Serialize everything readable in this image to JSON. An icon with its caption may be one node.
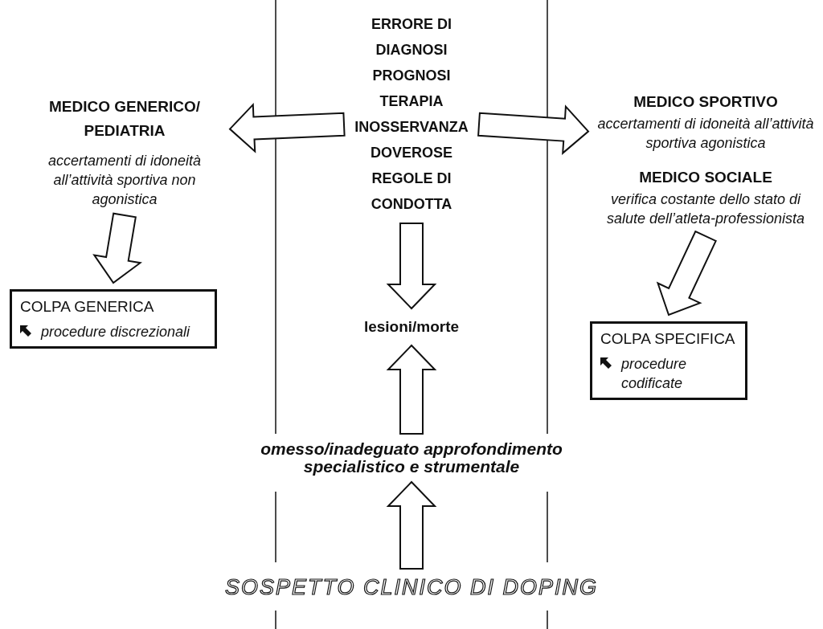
{
  "diagram": {
    "nodes": [
      {
        "text": [
          "MEDICO GENERICO/ PEDIATRIA",
          "accertamenti di idoneità all’attività sportiva non agonistica"
        ]
      },
      {
        "text": [
          "ERRORE DI DIAGNOSI PROGNOSI TERAPIA INOSSERVANZA DOVEROSE REGOLE DI CONDOTTA"
        ]
      },
      {
        "text": [
          "MEDICO SPORTIVO",
          "accertamenti di idoneità all’attività sportiva agonistica",
          "MEDICO SOCIALE",
          "verifica costante dello stato di salute dell’atleta-professionista"
        ]
      },
      {
        "text": [
          "COLPA GENERICA",
          "procedure discrezionali"
        ]
      },
      {
        "text": [
          "lesioni/morte"
        ]
      },
      {
        "text": [
          "COLPA SPECIFICA",
          "procedure codificate"
        ]
      },
      {
        "text": [
          "omesso/inadeguato approfondimento specialistico e strumentale"
        ]
      },
      {
        "text": [
          "SOSPETTO CLINICO DI DOPING"
        ]
      }
    ],
    "edges": [
      {
        "from": 1,
        "to": 0,
        "arrow": "to"
      },
      {
        "from": 1,
        "to": 2,
        "arrow": "to"
      },
      {
        "from": 0,
        "to": 3,
        "arrow": "to"
      },
      {
        "from": 1,
        "to": 4,
        "arrow": "to"
      },
      {
        "from": 2,
        "to": 5,
        "arrow": "to"
      },
      {
        "from": 6,
        "to": 4,
        "arrow": "to"
      },
      {
        "from": 7,
        "to": 6,
        "arrow": "to"
      }
    ]
  }
}
